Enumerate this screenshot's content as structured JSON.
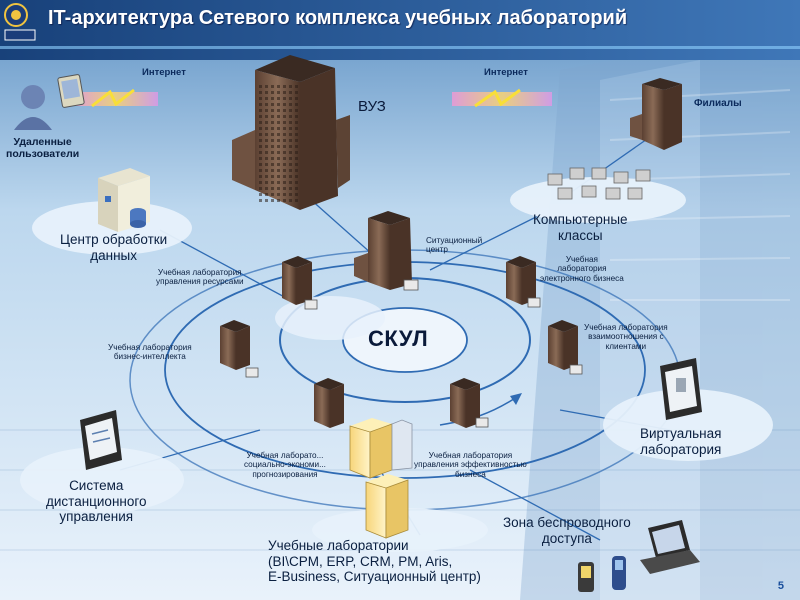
{
  "title": "IT-архитектура Сетевого комплекса учебных лабораторий",
  "slide_number": "5",
  "colors": {
    "header_bg": "#1e4f8f",
    "sky_bg": "#7fb0d8",
    "oval_fill": "#dceaf7",
    "ring_stroke": "#2f6bb3",
    "text": "#0a1f40"
  },
  "labels": {
    "internet_left": "Интернет",
    "internet_right": "Интернет",
    "vuz": "ВУЗ",
    "filialy": "Филиалы",
    "remote_users": [
      "Удаленные",
      "пользователи"
    ],
    "data_center": [
      "Центр обработки",
      "данных"
    ],
    "computer_classes": [
      "Компьютерные",
      "классы"
    ],
    "situation_center": [
      "Ситуационный",
      "центр"
    ],
    "lab_resources": [
      "Учебная лаборатория",
      "управления ресурсами"
    ],
    "lab_ebusiness": [
      "Учебная",
      "лаборатория",
      "электронного бизнеса"
    ],
    "lab_bi": [
      "Учебная лаборатория",
      "бизнес-интеллекта"
    ],
    "lab_crm": [
      "Учебная лаборатория",
      "взаимоотношения с",
      "клиентами"
    ],
    "skul": "СКУЛ",
    "lab_socio": [
      "Учебная лаборато...",
      "социально-экономи...",
      "прогнозирования"
    ],
    "lab_efficiency": [
      "Учебная лаборатория",
      "управления эффективностью",
      "бизнеса"
    ],
    "virtual_lab": [
      "Виртуальная",
      "лаборатория"
    ],
    "distance_system": [
      "Система",
      "дистанционного",
      "управления"
    ],
    "wireless": [
      "Зона беспроводного",
      "доступа"
    ],
    "edu_labs": [
      "Учебные лаборатории",
      "(BI\\CPM, ERP, CRM, PM, Aris,",
      "E-Business,  Ситуационный центр)"
    ]
  }
}
